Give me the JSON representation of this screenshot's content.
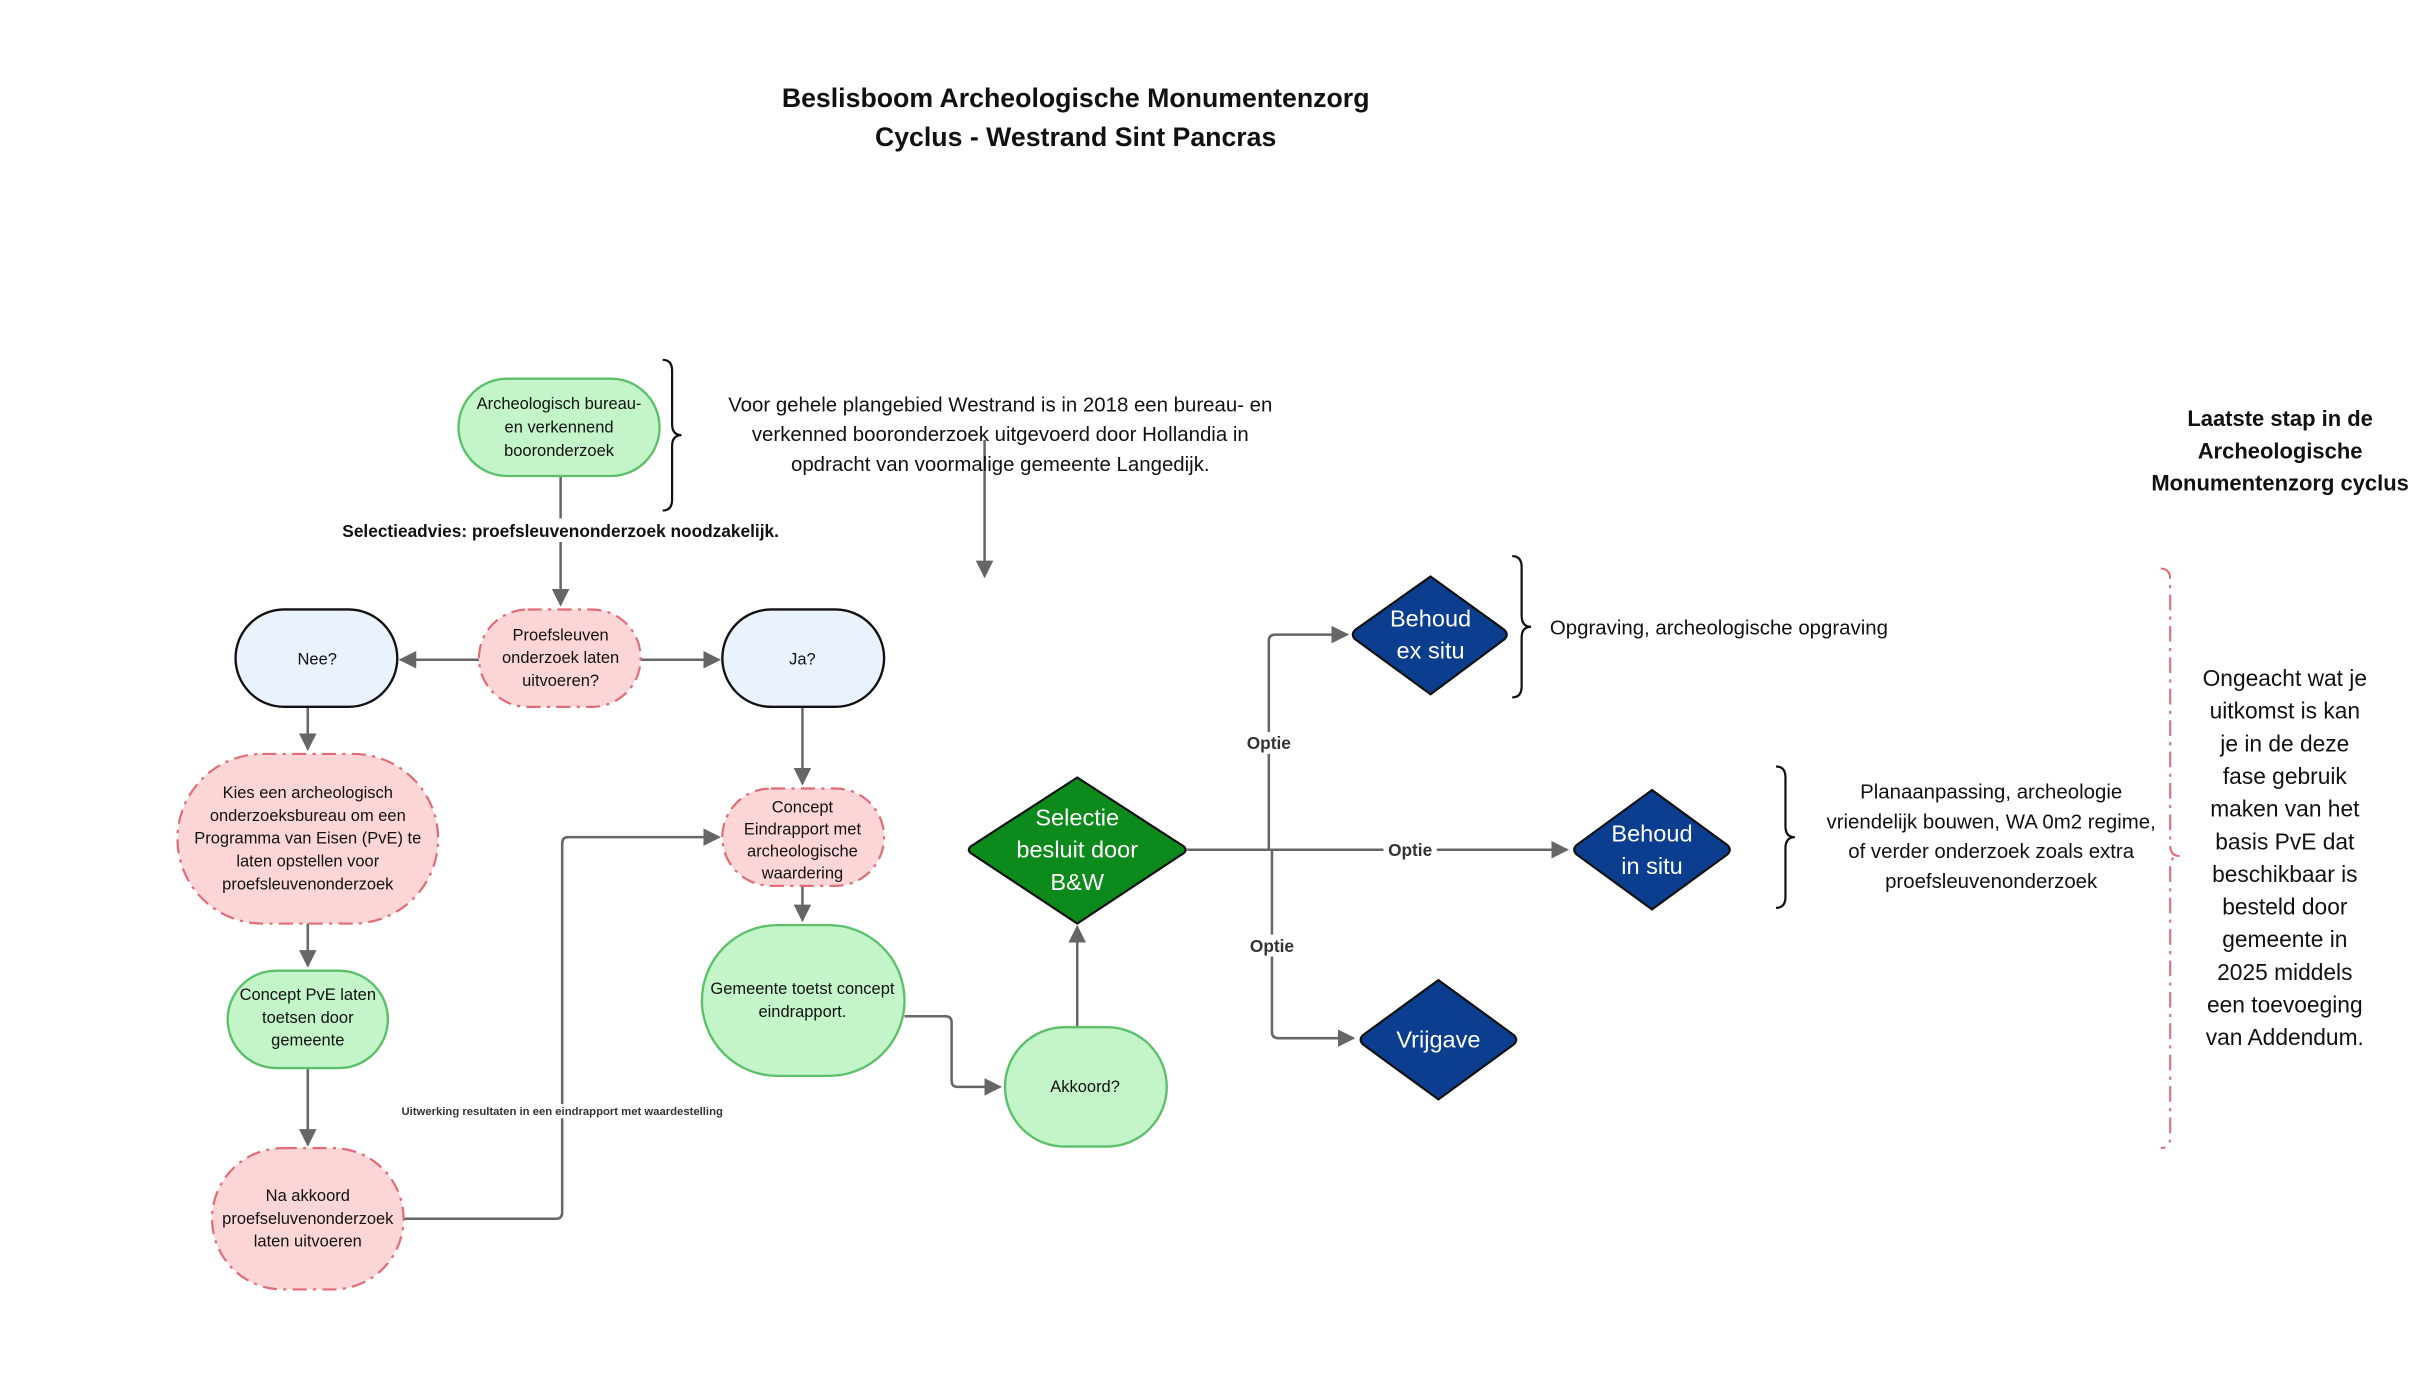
{
  "title": {
    "line1": "Beslisboom Archeologische Monumentenzorg",
    "line2": "Cyclus - Westrand Sint Pancras"
  },
  "colors": {
    "green_node_fill": "#c3f5c9",
    "pink_node_fill": "#fcd6d6",
    "blue_node_fill": "#eaf2fd",
    "decision_green": "#0d8a1c",
    "outcome_blue": "#0b3e8e",
    "dashed_red": "#e06c75"
  },
  "nodes": {
    "bureauonderzoek": [
      "Archeologisch bureau-",
      "en verkennend",
      "booronderzoek"
    ],
    "proefsleuven": [
      "Proefsleuven",
      "onderzoek laten",
      "uitvoeren?"
    ],
    "nee": [
      "Nee?"
    ],
    "ja": [
      "Ja?"
    ],
    "kies_bureau": [
      "Kies een archeologisch",
      "onderzoeksbureau om een",
      "Programma van Eisen (PvE) te",
      "laten opstellen voor",
      "proefsleuvenonderzoek"
    ],
    "concept_pve": [
      "Concept PvE laten",
      "toetsen door",
      "gemeente"
    ],
    "na_akkoord": [
      "Na akkoord",
      "proefseluvenonderzoek",
      "laten uitvoeren"
    ],
    "concept_eindrapport": [
      "Concept",
      "Eindrapport met",
      "archeologische",
      "waardering"
    ],
    "gemeente_toetst": [
      "Gemeente toetst concept",
      "eindrapport."
    ],
    "akkoord": [
      "Akkoord?"
    ],
    "selectie_besluit": [
      "Selectie",
      "besluit door",
      "B&W"
    ],
    "behoud_ex_situ": [
      "Behoud",
      "ex situ"
    ],
    "behoud_in_situ": [
      "Behoud",
      "in situ"
    ],
    "vrijgave": [
      "Vrijgave"
    ]
  },
  "labels": {
    "selectieadvies": "Selectieadvies: proefsleuvenonderzoek noodzakelijk.",
    "uitwerking": "Uitwerking resultaten in een eindrapport met waardestelling",
    "optie_top": "Optie",
    "optie_middle": "Optie",
    "optie_bottom": "Optie"
  },
  "notes": {
    "westrand": [
      "Voor gehele plangebied Westrand is in 2018 een bureau- en",
      "verkenned booronderzoek uitgevoerd door Hollandia in",
      "opdracht van voormalige gemeente Langedijk."
    ],
    "ex_situ": [
      "Opgraving, archeologische opgraving"
    ],
    "in_situ": [
      "Planaanpassing, archeologie",
      "vriendelijk bouwen, WA 0m2 regime,",
      "of verder onderzoek zoals extra",
      "proefsleuvenonderzoek"
    ]
  },
  "side_panel": {
    "title": [
      "Laatste stap in de",
      "Archeologische",
      "Monumentenzorg cyclus"
    ],
    "text": [
      "Ongeacht wat je",
      "uitkomst is kan",
      "je in de deze",
      "fase gebruik",
      "maken van het",
      "basis PvE dat",
      "beschikbaar is",
      "besteld door",
      "gemeente in",
      "2025 middels",
      "een toevoeging",
      "van Addendum."
    ]
  }
}
